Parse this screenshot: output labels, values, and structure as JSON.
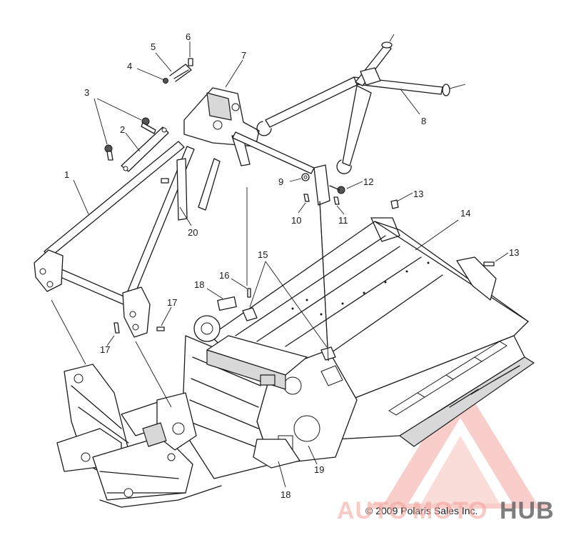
{
  "callouts": [
    {
      "id": "c1",
      "label": "1"
    },
    {
      "id": "c2",
      "label": "2"
    },
    {
      "id": "c3",
      "label": "3"
    },
    {
      "id": "c4",
      "label": "4"
    },
    {
      "id": "c5",
      "label": "5"
    },
    {
      "id": "c6",
      "label": "6"
    },
    {
      "id": "c7",
      "label": "7"
    },
    {
      "id": "c8",
      "label": "8"
    },
    {
      "id": "c9",
      "label": "9"
    },
    {
      "id": "c10",
      "label": "10"
    },
    {
      "id": "c11",
      "label": "11"
    },
    {
      "id": "c12",
      "label": "12"
    },
    {
      "id": "c13a",
      "label": "13"
    },
    {
      "id": "c13b",
      "label": "13"
    },
    {
      "id": "c14",
      "label": "14"
    },
    {
      "id": "c15",
      "label": "15"
    },
    {
      "id": "c16",
      "label": "16"
    },
    {
      "id": "c17a",
      "label": "17"
    },
    {
      "id": "c17b",
      "label": "17"
    },
    {
      "id": "c18a",
      "label": "18"
    },
    {
      "id": "c18b",
      "label": "18"
    },
    {
      "id": "c19",
      "label": "19"
    },
    {
      "id": "c20",
      "label": "20"
    }
  ],
  "copyright": "© 2009 Polaris Sales Inc.",
  "watermark": {
    "text_a": "AUTO",
    "text_b": "MOTO",
    "text_c": "HUB",
    "color_red": "#f4a6a0",
    "color_gray": "#5f5f5f"
  }
}
